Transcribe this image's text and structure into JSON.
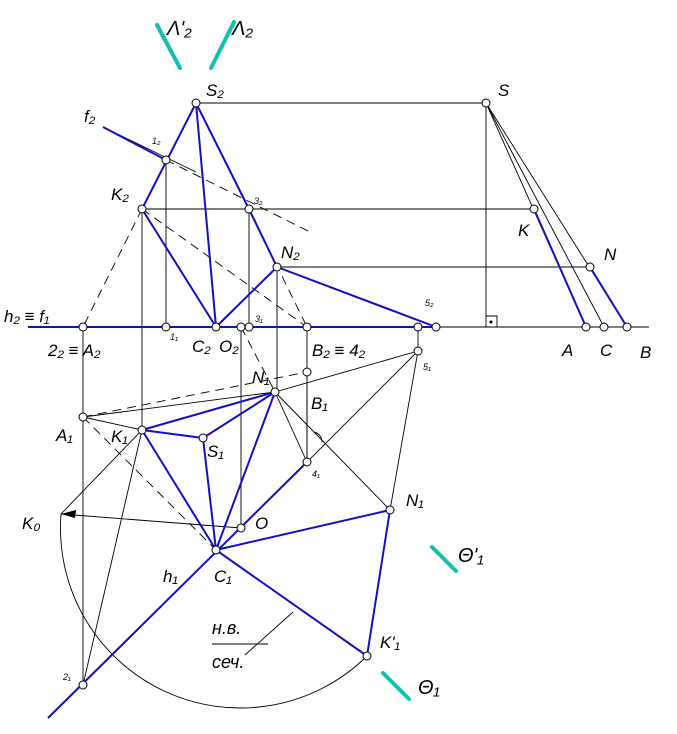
{
  "labels": {
    "lambda2p": "Λ'₂",
    "lambda2": "Λ₂",
    "S2": "S₂",
    "S": "S",
    "f2": "f₂",
    "p1_2": "1₂",
    "K2": "K₂",
    "p3_2": "3₂",
    "K": "K",
    "N2": "N₂",
    "N": "N",
    "h2f1": "h₂ ≡ f₁",
    "p1_1": "1₁",
    "C2": "C₂",
    "O2": "O₂",
    "p3_1": "3₁",
    "p5_2": "5₂",
    "A": "A",
    "Cp": "C",
    "B": "B",
    "p2A2": "2₂ ≡ A₂",
    "B2_4_2": "B₂ ≡ 4₂",
    "p5_1": "5₁",
    "N1": "N₁",
    "B1": "B₁",
    "A1": "A₁",
    "K1": "K₁",
    "S1": "S₁",
    "p4_1": "4₁",
    "K0": "K₀",
    "O": "O",
    "N1b": "N₁",
    "theta1p": "Θ'₁",
    "h1": "h₁",
    "C1": "C₁",
    "ne": "н.в.",
    "sech": "сеч.",
    "K1p": "K'₁",
    "p2_1": "2₁",
    "theta1": "Θ₁"
  }
}
